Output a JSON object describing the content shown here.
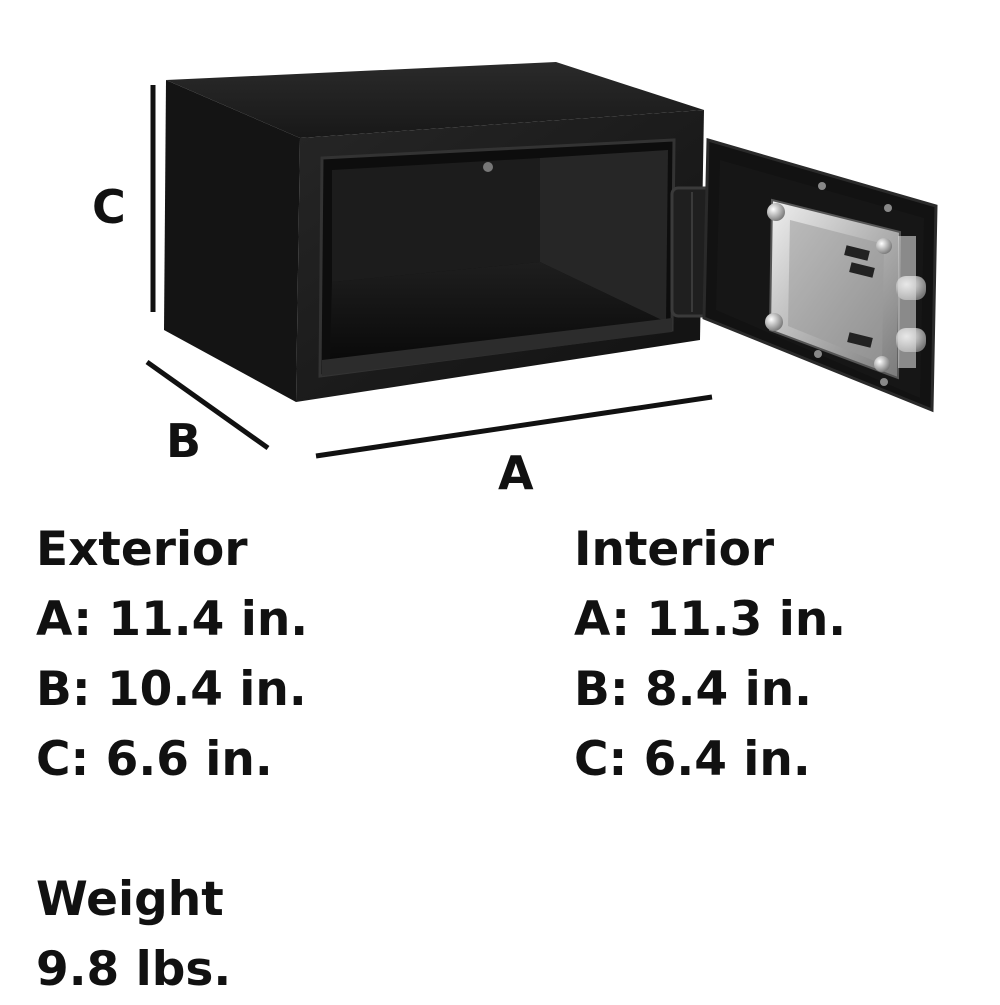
{
  "dimension_labels": {
    "a": "A",
    "b": "B",
    "c": "C"
  },
  "exterior": {
    "heading": "Exterior",
    "a": "A: 11.4 in.",
    "b": "B: 10.4 in.",
    "c": "C: 6.6 in."
  },
  "interior": {
    "heading": "Interior",
    "a": "A: 11.3 in.",
    "b": "B: 8.4 in.",
    "c": "C: 6.4 in."
  },
  "weight": {
    "heading": "Weight",
    "value": "9.8 lbs."
  },
  "colors": {
    "safe_body": "#1a1a1a",
    "safe_dark": "#0c0c0c",
    "steel": "#c8c8c8",
    "text": "#111111"
  }
}
